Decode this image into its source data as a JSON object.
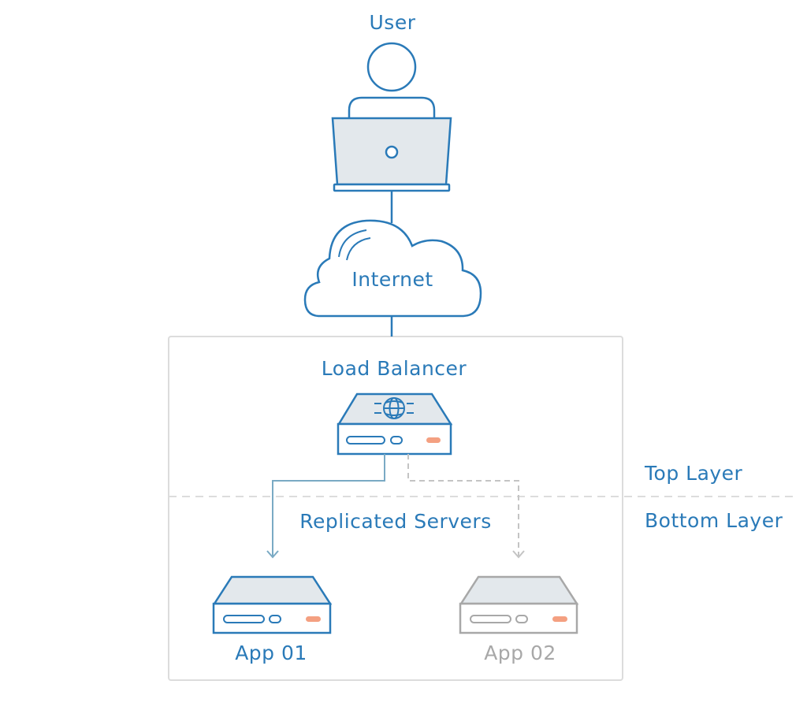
{
  "labels": {
    "user": "User",
    "internet": "Internet",
    "load_balancer": "Load Balancer",
    "top_layer": "Top Layer",
    "bottom_layer": "Bottom Layer",
    "replicated_servers": "Replicated Servers",
    "app01": "App 01",
    "app02": "App 02"
  },
  "colors": {
    "primary": "#2a7ab8",
    "inactive": "#a8a8a8",
    "fill": "#e3e8ec",
    "accent": "#f4a081",
    "frame": "#dcdcdc",
    "arrow_active": "#7aaac4"
  },
  "icons": {
    "user": "user-icon",
    "laptop": "laptop-icon",
    "cloud": "cloud-icon",
    "globe": "globe-icon",
    "server": "server-icon"
  }
}
